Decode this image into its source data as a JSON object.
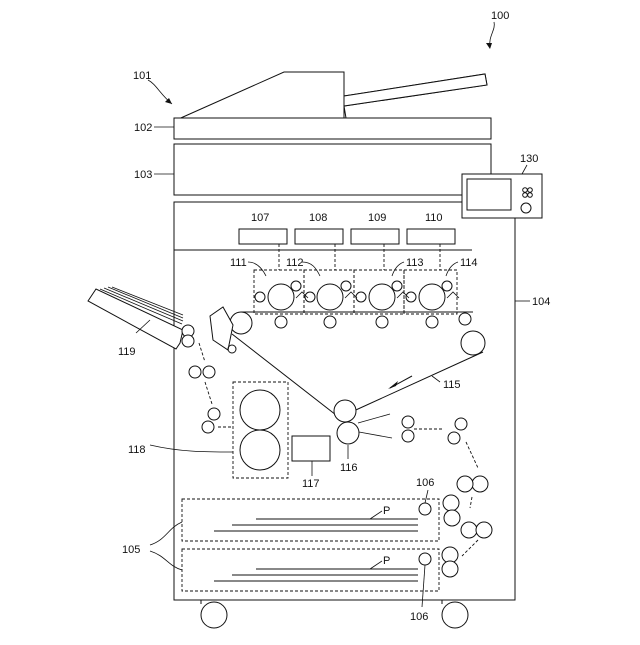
{
  "labels": {
    "apparatus": "100",
    "document_feeder": "101",
    "feeder_cover": "102",
    "scanner_unit": "103",
    "main_body": "104",
    "paper_cassettes": "105",
    "pickup_roller": "106",
    "toner_1": "107",
    "toner_2": "108",
    "toner_3": "109",
    "toner_4": "110",
    "process_unit_1": "111",
    "process_unit_2": "112",
    "process_unit_3": "113",
    "process_unit_4": "114",
    "transfer_belt": "115",
    "secondary_transfer_roller": "116",
    "unit_117": "117",
    "fixing_unit": "118",
    "output_tray": "119",
    "control_panel": "130",
    "paper_upper": "P",
    "paper_lower": "P"
  }
}
